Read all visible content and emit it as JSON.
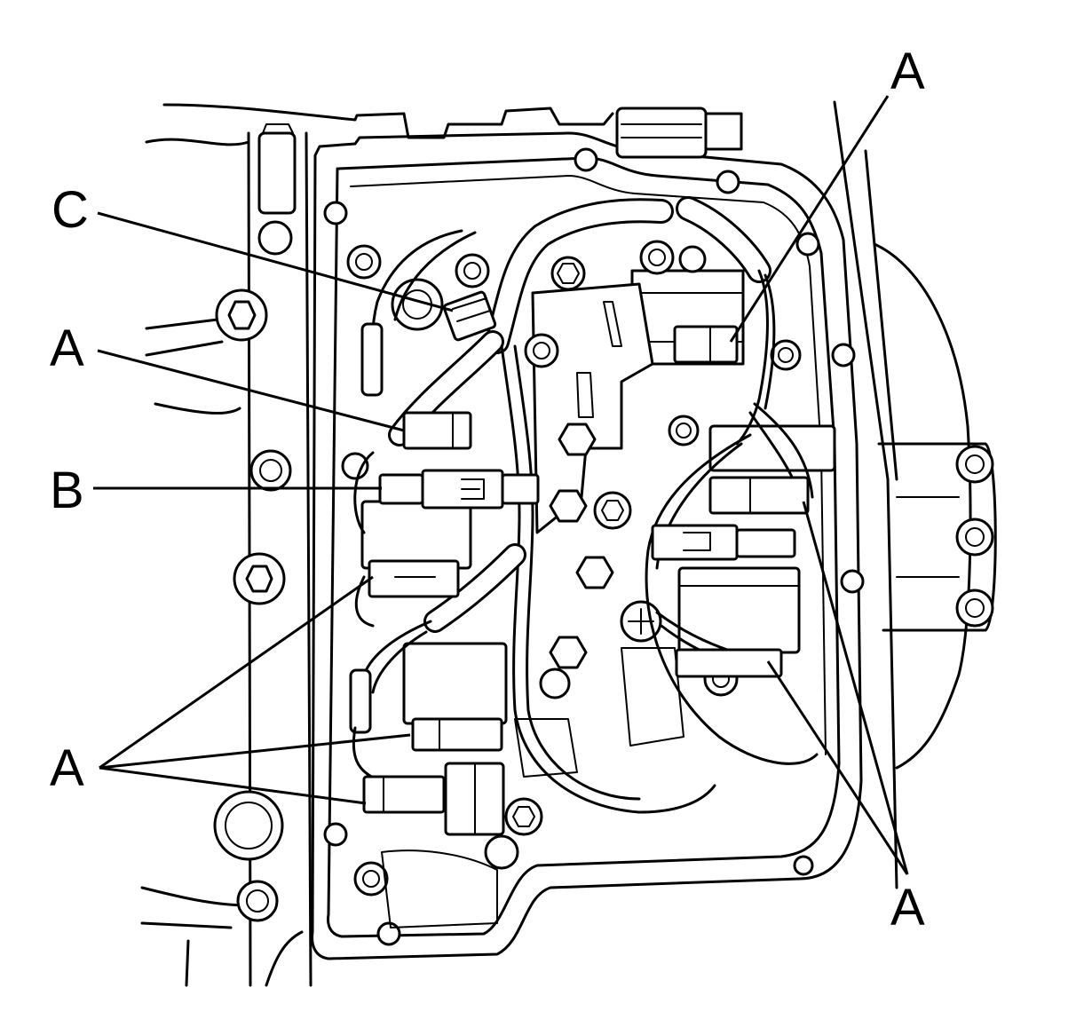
{
  "callouts": {
    "a_top_right": "A",
    "c_upper_left": "C",
    "a_upper_left": "A",
    "b_left": "B",
    "a_lower_left": "A",
    "a_bottom_right": "A"
  },
  "colors": {
    "line": "#000000",
    "background": "#ffffff"
  }
}
